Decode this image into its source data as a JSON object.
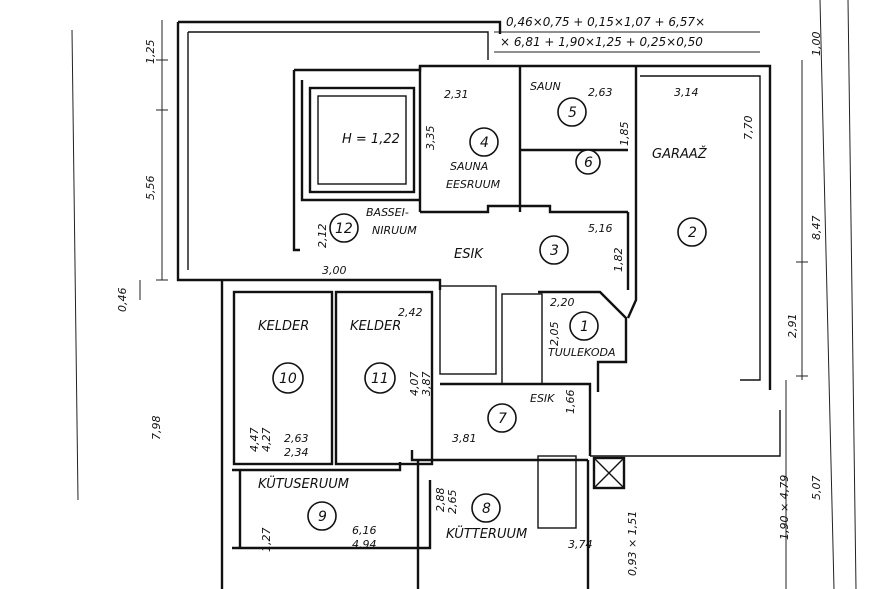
{
  "formula": {
    "line1": "0,46×0,75 + 0,15×1,07 + 6,57×",
    "line2": "× 6,81 + 1,90×1,25 + 0,25×0,50"
  },
  "rooms": [
    {
      "id": "1",
      "name": "TUULEKODA"
    },
    {
      "id": "2",
      "name": "GARAAŽ"
    },
    {
      "id": "3",
      "name": "ESIK"
    },
    {
      "id": "4",
      "name_line1": "SAUNA",
      "name_line2": "EESRUUM"
    },
    {
      "id": "5",
      "name": "SAUN"
    },
    {
      "id": "6",
      "name": ""
    },
    {
      "id": "7",
      "name": "ESIK"
    },
    {
      "id": "8",
      "name": "KÜTTERUUM"
    },
    {
      "id": "9",
      "name": "KÜTUSERUUM"
    },
    {
      "id": "10",
      "name": "KELDER"
    },
    {
      "id": "11",
      "name": "KELDER"
    },
    {
      "id": "12",
      "name_line1": "BASSEI-",
      "name_line2": "NIRUUM"
    }
  ],
  "pool_label": "H = 1,22",
  "dimensions": {
    "d125": "1,25",
    "d556": "5,56",
    "d046": "0,46",
    "d798": "7,98",
    "d100": "1,00",
    "d847": "8,47",
    "d291": "2,91",
    "d507": "5,07",
    "d190x479": "1,90 × 4,79",
    "d093x151": "0,93 × 1,51",
    "d231": "2,31",
    "d335": "3,35",
    "d263a": "2,63",
    "d185": "1,85",
    "d314": "3,14",
    "d770": "7,70",
    "d212": "2,12",
    "d300": "3,00",
    "d516": "5,16",
    "d182": "1,82",
    "d242": "2,42",
    "d220": "2,20",
    "d205": "2,05",
    "d407": "4,07",
    "d387": "3,87",
    "d447": "4,47",
    "d427": "4,27",
    "d263b": "2,63",
    "d234": "2,34",
    "d381": "3,81",
    "d166": "1,66",
    "d288": "2,88",
    "d265": "2,65",
    "d374": "3,74",
    "d616": "6,16",
    "d494": "4,94",
    "d127": "1,27"
  }
}
